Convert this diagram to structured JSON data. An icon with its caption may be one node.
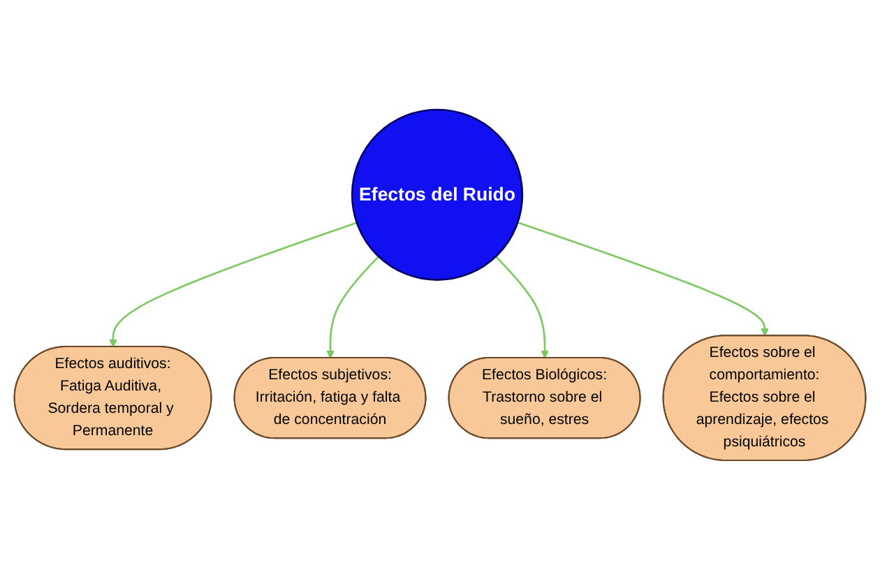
{
  "diagram": {
    "nodes": [
      {
        "text": [
          "Efectos del Ruido"
        ]
      },
      {
        "text": [
          "Efectos auditivos:",
          "Fatiga Auditiva, Sordera temporal y Permanente"
        ]
      },
      {
        "text": [
          "Efectos subjetivos:",
          "Irritación, fatiga y falta de concentración"
        ]
      },
      {
        "text": [
          "Efectos Biológicos:",
          "Trastorno sobre el sueño, estres"
        ]
      },
      {
        "text": [
          "Efectos sobre el comportamiento:",
          "Efectos sobre el aprendizaje, efectos psiquiátricos"
        ]
      }
    ],
    "edges": [
      {
        "from": 0,
        "to": 1,
        "arrow": "to"
      },
      {
        "from": 0,
        "to": 2,
        "arrow": "to"
      },
      {
        "from": 0,
        "to": 3,
        "arrow": "to"
      },
      {
        "from": 0,
        "to": 4,
        "arrow": "to"
      }
    ]
  }
}
